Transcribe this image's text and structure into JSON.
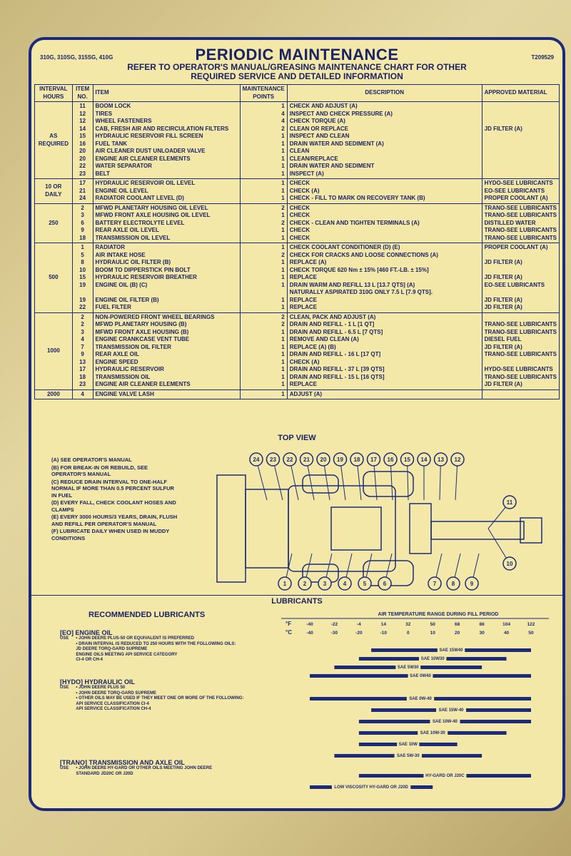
{
  "header": {
    "models": "310G, 310SG, 315SG, 410G",
    "title": "PERIODIC MAINTENANCE",
    "subtitle_1": "REFER TO OPERATOR'S MANUAL/GREASING MAINTENANCE CHART FOR OTHER",
    "subtitle_2": "REQUIRED SERVICE AND DETAILED INFORMATION",
    "part_number": "T209529"
  },
  "columns": {
    "interval": "INTERVAL HOURS",
    "item_no": "ITEM NO.",
    "item": "ITEM",
    "points": "MAINTENANCE POINTS",
    "description": "DESCRIPTION",
    "material": "APPROVED MATERIAL"
  },
  "schedule": [
    {
      "interval": "AS REQUIRED",
      "nums": [
        "11",
        "12",
        "12",
        "14",
        "15",
        "16",
        "20",
        "20",
        "22",
        "23"
      ],
      "items": [
        "BOOM LOCK",
        "TIRES",
        "WHEEL FASTENERS",
        "CAB, FRESH AIR AND RECIRCULATION FILTERS",
        "HYDRAULIC RESERVOIR FILL SCREEN",
        "FUEL TANK",
        "AIR CLEANER DUST UNLOADER VALVE",
        "ENGINE AIR CLEANER ELEMENTS",
        "WATER SEPARATOR",
        "BELT"
      ],
      "points": [
        "1",
        "4",
        "4",
        "2",
        "1",
        "1",
        "1",
        "1",
        "1",
        "1"
      ],
      "desc": [
        "CHECK AND ADJUST (A)",
        "INSPECT AND CHECK PRESSURE (A)",
        "CHECK TORQUE (A)",
        "CLEAN OR REPLACE",
        "INSPECT AND CLEAN",
        "DRAIN WATER AND SEDIMENT (A)",
        "CLEAN",
        "CLEAN/REPLACE",
        "DRAIN WATER AND SEDIMENT",
        "INSPECT (A)"
      ],
      "material": [
        "",
        "",
        "",
        "JD FILTER (A)",
        "",
        "",
        "",
        "",
        "",
        ""
      ]
    },
    {
      "interval": "10 OR DAILY",
      "nums": [
        "17",
        "21",
        "24"
      ],
      "items": [
        "HYDRAULIC RESERVOIR OIL LEVEL",
        "ENGINE OIL LEVEL",
        "RADIATOR COOLANT LEVEL (D)"
      ],
      "points": [
        "1",
        "1",
        "1"
      ],
      "desc": [
        "CHECK",
        "CHECK (A)",
        "CHECK - FILL TO MARK ON RECOVERY TANK (B)"
      ],
      "material": [
        "HYDO-SEE LUBRICANTS",
        "EO-SEE LUBRICANTS",
        "PROPER COOLANT (A)"
      ]
    },
    {
      "interval": "250",
      "nums": [
        "2",
        "3",
        "6",
        "9",
        "18"
      ],
      "items": [
        "MFWD PLANETARY HOUSING OIL LEVEL",
        "MFWD FRONT AXLE HOUSING OIL LEVEL",
        "BATTERY ELECTROLYTE LEVEL",
        "REAR AXLE OIL LEVEL",
        "TRANSMISSION OIL LEVEL"
      ],
      "points": [
        "2",
        "1",
        "2",
        "1",
        "1"
      ],
      "desc": [
        "CHECK",
        "CHECK",
        "CHECK - CLEAN AND TIGHTEN TERMINALS (A)",
        "CHECK",
        "CHECK"
      ],
      "material": [
        "TRANO-SEE LUBRICANTS",
        "TRANO-SEE LUBRICANTS",
        "DISTILLED WATER",
        "TRANO-SEE LUBRICANTS",
        "TRANO-SEE LUBRICANTS"
      ]
    },
    {
      "interval": "500",
      "nums": [
        "1",
        "5",
        "8",
        "10",
        "15",
        "19",
        "",
        "19",
        "22"
      ],
      "items": [
        "RADIATOR",
        "AIR INTAKE HOSE",
        "HYDRAULIC OIL FILTER (B)",
        "BOOM TO DIPPERSTICK PIN BOLT",
        "HYDRAULIC RESERVOIR BREATHER",
        "ENGINE OIL (B) (C)",
        "",
        "ENGINE OIL FILTER (B)",
        "FUEL FILTER"
      ],
      "points": [
        "1",
        "2",
        "1",
        "1",
        "1",
        "1",
        "",
        "1",
        "1"
      ],
      "desc": [
        "CHECK COOLANT CONDITIONER (D) (E)",
        "CHECK FOR CRACKS AND LOOSE CONNECTIONS (A)",
        "REPLACE (A)",
        "CHECK TORQUE 620 Nm ± 15% [460 FT.-LB. ± 15%]",
        "REPLACE",
        "DRAIN WARM AND REFILL 13 L [13.7 QTS] (A)",
        "NATURALLY ASPIRATED 310G ONLY 7.5 L [7.9 QTS].",
        "REPLACE",
        "REPLACE"
      ],
      "material": [
        "PROPER COOLANT (A)",
        "",
        "JD FILTER (A)",
        "",
        "JD FILTER (A)",
        "EO-SEE LUBRICANTS",
        "",
        "JD FILTER (A)",
        "JD FILTER (A)"
      ]
    },
    {
      "interval": "1000",
      "nums": [
        "2",
        "2",
        "3",
        "4",
        "7",
        "9",
        "13",
        "17",
        "18",
        "23"
      ],
      "items": [
        "NON-POWERED FRONT WHEEL BEARINGS",
        "MFWD PLANETARY HOUSING (B)",
        "MFWD FRONT AXLE HOUSING (B)",
        "ENGINE CRANKCASE VENT TUBE",
        "TRANSMISSION OIL FILTER",
        "REAR AXLE OIL",
        "ENGINE SPEED",
        "HYDRAULIC RESERVOIR",
        "TRANSMISSION OIL",
        "ENGINE AIR CLEANER ELEMENTS"
      ],
      "points": [
        "2",
        "2",
        "1",
        "1",
        "1",
        "1",
        "1",
        "1",
        "1",
        "1"
      ],
      "desc": [
        "CLEAN, PACK AND ADJUST (A)",
        "DRAIN AND REFILL - 1 L [1 QT]",
        "DRAIN AND REFILL - 6.5 L [7 QTS]",
        "REMOVE AND CLEAN (A)",
        "REPLACE (A) (B)",
        "DRAIN AND REFILL - 16 L [17 QT]",
        "CHECK (A)",
        "DRAIN AND REFILL - 37 L [39 QTS]",
        "DRAIN AND REFILL - 15 L [16 QTS]",
        "REPLACE"
      ],
      "material": [
        "",
        "TRANO-SEE LUBRICANTS",
        "TRANO-SEE LUBRICANTS",
        "DIESEL FUEL",
        "JD FILTER (A)",
        "TRANO-SEE LUBRICANTS",
        "",
        "HYDO-SEE LUBRICANTS",
        "TRANO-SEE LUBRICANTS",
        "JD FILTER (A)"
      ]
    },
    {
      "interval": "2000",
      "nums": [
        "4"
      ],
      "items": [
        "ENGINE VALVE LASH"
      ],
      "points": [
        "1"
      ],
      "desc": [
        "ADJUST (A)"
      ],
      "material": [
        ""
      ]
    }
  ],
  "top_view": {
    "title": "TOP VIEW",
    "callouts_top": [
      "24",
      "23",
      "22",
      "21",
      "20",
      "19",
      "18",
      "17",
      "16",
      "15",
      "14",
      "13",
      "12"
    ],
    "callouts_bottom": [
      "1",
      "2",
      "3",
      "4",
      "5",
      "6",
      "7",
      "8",
      "9"
    ],
    "callouts_right": [
      "11",
      "10"
    ]
  },
  "notes": [
    "(A)  SEE OPERATOR'S MANUAL",
    "(B)  FOR BREAK-IN OR REBUILD, SEE OPERATOR'S MANUAL",
    "(C)  REDUCE DRAIN INTERVAL TO ONE-HALF NORMAL IF MORE THAN 0.5 PERCENT SULFUR IN FUEL",
    "(D)  EVERY FALL, CHECK COOLANT HOSES AND CLAMPS",
    "(E)  EVERY 3000 HOURS/3 YEARS, DRAIN, FLUSH AND REFILL PER OPERATOR'S MANUAL",
    "(F)  LUBRICATE DAILY WHEN USED IN MUDDY CONDITIONS"
  ],
  "lubricants": {
    "title": "LUBRICANTS",
    "recommended_title": "RECOMMENDED LUBRICANTS",
    "use_label": "USE",
    "engine_oil": {
      "heading": "[EO] ENGINE OIL",
      "lines": [
        "• JOHN DEERE PLUS-50 OR EQUIVALENT IS PREFERRED",
        "• DRAIN INTERVAL IS REDUCED TO 250 HOURS WITH THE FOLLOWING OILS:",
        "JD DEERE TORQ-GARD SUPREME",
        "ENGINE OILS MEETING API SERVICE CATEGORY",
        "CI-4 OR CH-4"
      ]
    },
    "hydraulic_oil": {
      "heading": "[HYDO] HYDRAULIC OIL",
      "lines": [
        "• JOHN DEERE PLUS 50",
        "• JOHN DEERE TORQ-GARD SUPREME",
        "• OTHER OILS MAY BE USED IF THEY MEET ONE OR MORE OF THE FOLLOWING:",
        "API SERVICE CLASSIFICATION CI-4",
        "API SERVICE CLASSIFICATION CH-4"
      ]
    },
    "trans_oil": {
      "heading": "[TRANO] TRANSMISSION AND AXLE OIL",
      "lines": [
        "• JOHN DEERE HY-GARD OR OTHER OILS MEETING JOHN DEERE",
        "STANDARD JD20C OR J20D"
      ]
    },
    "temp_title": "AIR TEMPERATURE RANGE DURING FILL PERIOD",
    "f_label": "°F",
    "c_label": "°C",
    "f_ticks": [
      "-40",
      "-22",
      "-4",
      "14",
      "32",
      "50",
      "68",
      "86",
      "104",
      "122"
    ],
    "c_ticks": [
      "-40",
      "-30",
      "-20",
      "-10",
      "0",
      "10",
      "20",
      "30",
      "40",
      "50"
    ],
    "grades": [
      {
        "name": "SAE 15W40",
        "min": -15,
        "max": 50
      },
      {
        "name": "SAE 10W30",
        "min": -20,
        "max": 40
      },
      {
        "name": "SAE 5W30",
        "min": -30,
        "max": 30
      },
      {
        "name": "SAE 0W40",
        "min": -40,
        "max": 50
      },
      {
        "name": "SAE 0W-40",
        "min": -40,
        "max": 50
      },
      {
        "name": "SAE 15W-40",
        "min": -15,
        "max": 50
      },
      {
        "name": "SAE 10W-40",
        "min": -20,
        "max": 50
      },
      {
        "name": "SAE 10W-30",
        "min": -20,
        "max": 40
      },
      {
        "name": "SAE 10W",
        "min": -20,
        "max": 20
      },
      {
        "name": "SAE 5W-30",
        "min": -30,
        "max": 30
      },
      {
        "name": "HY-GARD OR J20C",
        "min": -20,
        "max": 50
      },
      {
        "name": "LOW VISCOSITY HY-GARD OR J20D",
        "min": -40,
        "max": 10
      }
    ],
    "colors": {
      "ink": "#1c2a7a",
      "decal": "#f3e8a8"
    }
  }
}
